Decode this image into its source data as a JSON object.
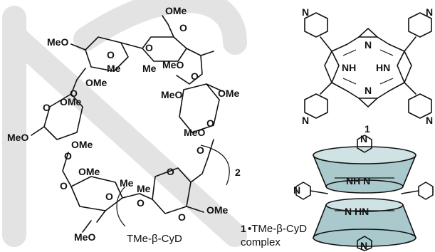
{
  "cyclodextrin": {
    "substituents": {
      "ome_1": "OMe",
      "meo_1": "MeO",
      "ome_2": "O",
      "ome_3": "Me",
      "ome_4": "OMe",
      "ome_5": "Me",
      "ome_6": "MeO",
      "meo_2": "MeO",
      "ome_7": "OMe",
      "meo_3": "MeO",
      "ome_8": "OMe",
      "meo_4": "MeO",
      "ome_9": "OMe",
      "ome_10": "OMe",
      "me_1": "Me",
      "me_2": "Me",
      "o_1": "O",
      "ome_11": "OMe",
      "meo_5": "MeO",
      "o_ring_1": "O",
      "o_ring_2": "O",
      "o_ring_3": "O",
      "o_ring_4": "O",
      "o_ring_5": "O",
      "o_ring_6": "O",
      "o_ring_7": "O",
      "o_ring_8": "O",
      "o_ring_9": "O",
      "o_ring_10": "O",
      "o_ring_11": "O",
      "o_ring_12": "O"
    },
    "repeat_count": "2",
    "caption": "TMe-β-CyD"
  },
  "porphyrin": {
    "labels": {
      "n_pyr_tl": "N",
      "n_pyr_tr": "N",
      "n_pyr_bl": "N",
      "n_pyr_br": "N",
      "n_top": "N",
      "n_bottom": "N",
      "nh_left": "NH",
      "hn_right": "HN"
    },
    "compound_number": "1"
  },
  "complex": {
    "labels": {
      "n_top": "N",
      "nh_n": "NH N",
      "n_left": "N",
      "n_hn": "N HN",
      "n_bottom": "N"
    },
    "caption_number": "1",
    "caption_line1": "•TMe-β-CyD",
    "caption_line2": "complex"
  },
  "colors": {
    "ink": "#111111",
    "cone_fill": "#a9c9cc",
    "cone_top": "#cfe3e4",
    "watermark": "#e3e3e3"
  }
}
